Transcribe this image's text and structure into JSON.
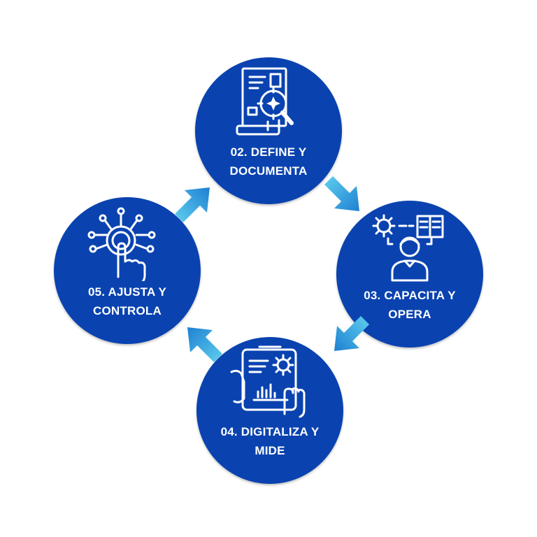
{
  "steps": [
    {
      "id": "define",
      "line1": "02. DEFINE Y",
      "line2": "DOCUMENTA",
      "icon": "document-search-icon"
    },
    {
      "id": "capacita",
      "line1": "03. CAPACITA Y",
      "line2": "OPERA",
      "icon": "person-training-icon"
    },
    {
      "id": "digital",
      "line1": "04. DIGITALIZA Y",
      "line2": "MIDE",
      "icon": "tablet-analytics-icon"
    },
    {
      "id": "ajusta",
      "line1": "05. AJUSTA Y",
      "line2": "CONTROLA",
      "icon": "touch-network-icon"
    }
  ],
  "colors": {
    "circle": "#0a43b0",
    "arrow_light": "#5fd0ee",
    "arrow_dark": "#1f80d2",
    "text": "#ffffff"
  }
}
